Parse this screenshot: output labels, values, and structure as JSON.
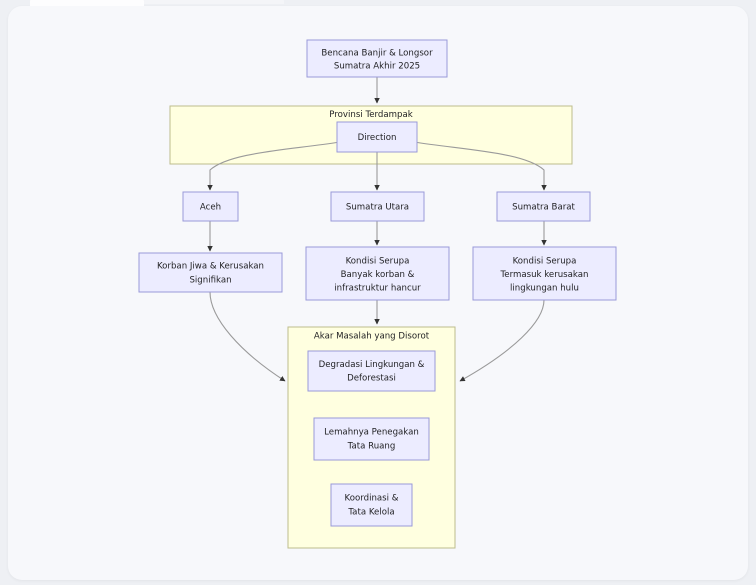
{
  "diagram": {
    "type": "flowchart",
    "title_node": {
      "id": "root",
      "lines": [
        "Bencana Banjir & Longsor",
        "Sumatra Akhir 2025"
      ]
    },
    "clusters": [
      {
        "id": "cluster-provinsi",
        "label": "Provinsi Terdampak",
        "nodes": [
          {
            "id": "direction",
            "lines": [
              "Direction"
            ]
          }
        ]
      },
      {
        "id": "cluster-akar",
        "label": "Akar Masalah yang Disorot",
        "nodes": [
          {
            "id": "akar1",
            "lines": [
              "Degradasi Lingkungan &",
              "Deforestasi"
            ]
          },
          {
            "id": "akar2",
            "lines": [
              "Lemahnya Penegakan",
              "Tata Ruang"
            ]
          },
          {
            "id": "akar3",
            "lines": [
              "Koordinasi &",
              "Tata Kelola"
            ]
          }
        ]
      }
    ],
    "provinces": [
      {
        "id": "aceh",
        "lines": [
          "Aceh"
        ]
      },
      {
        "id": "sumut",
        "lines": [
          "Sumatra Utara"
        ]
      },
      {
        "id": "sumbar",
        "lines": [
          "Sumatra Barat"
        ]
      }
    ],
    "impacts": [
      {
        "id": "impact-aceh",
        "lines": [
          "Korban Jiwa & Kerusakan",
          "Signifikan"
        ]
      },
      {
        "id": "impact-sumut",
        "lines": [
          "Kondisi Serupa",
          "Banyak korban &",
          "infrastruktur hancur"
        ]
      },
      {
        "id": "impact-sumbar",
        "lines": [
          "Kondisi Serupa",
          "Termasuk kerusakan",
          "lingkungan hulu"
        ]
      }
    ],
    "colors": {
      "canvas": "#f7f8fb",
      "page_background": "#eef0f4",
      "node_fill": "#ececff",
      "node_stroke": "#9a9ad8",
      "cluster_fill": "#ffffe0",
      "cluster_stroke": "#bdbd8c",
      "edge_stroke": "#9a9a9a",
      "text": "#1f1f22"
    }
  }
}
